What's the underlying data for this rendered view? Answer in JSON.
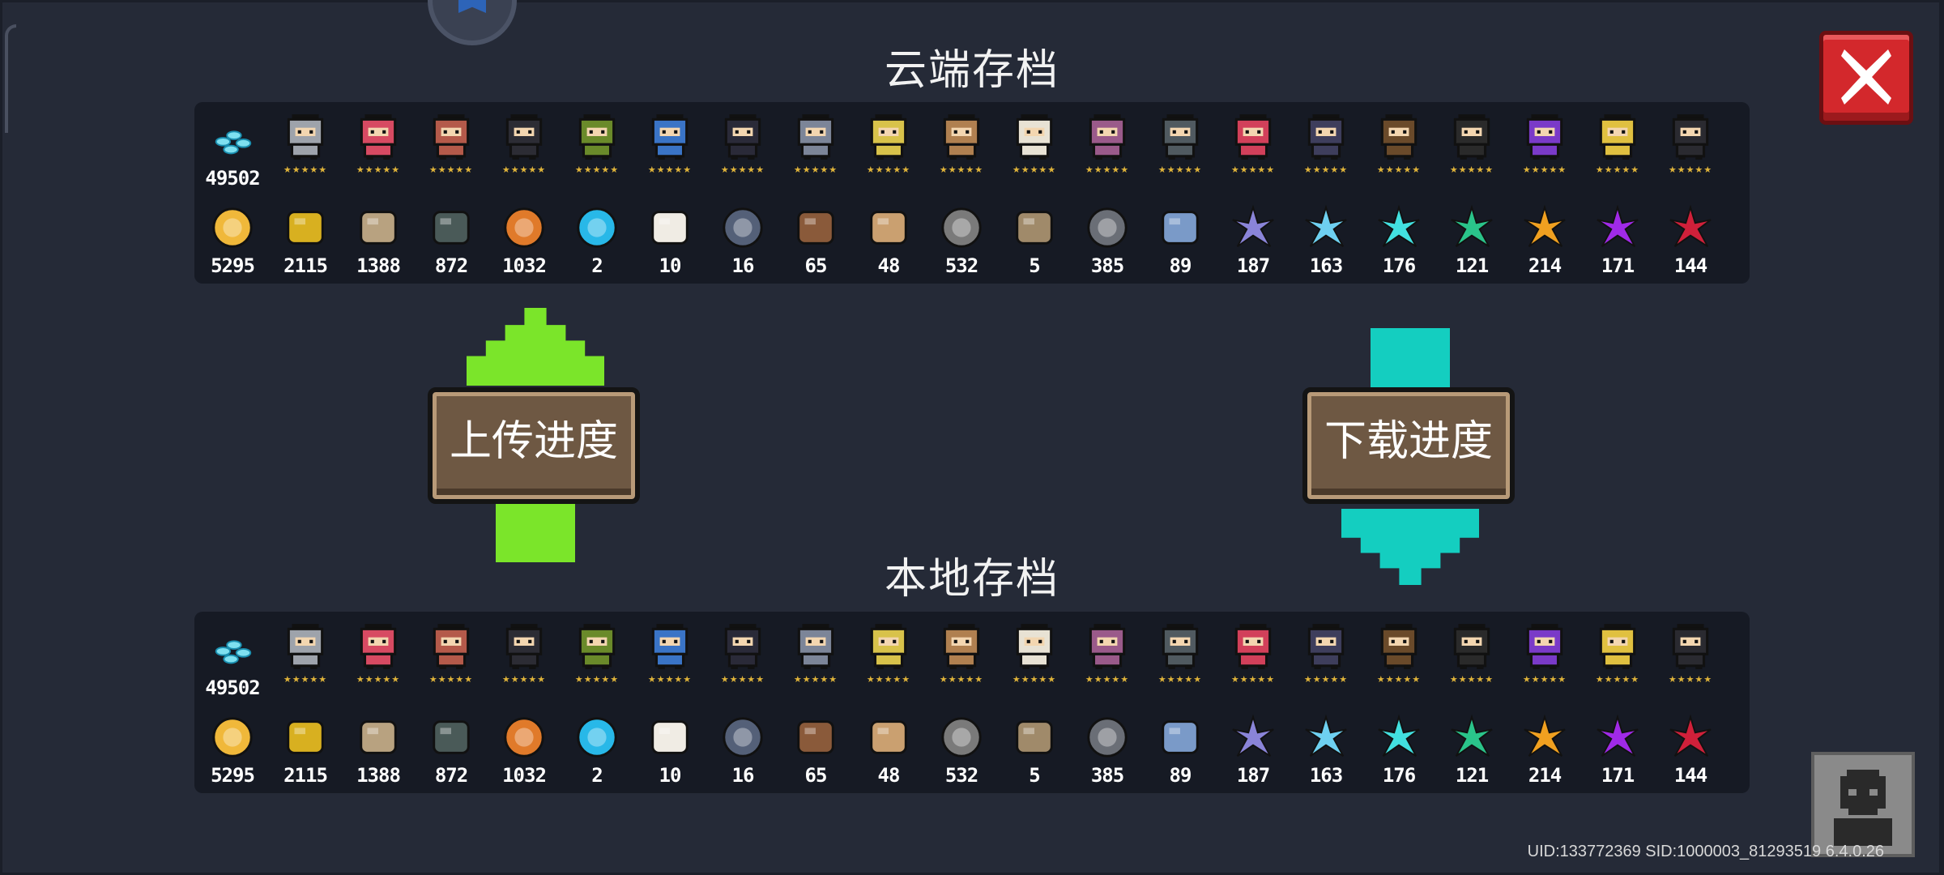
{
  "cloud_title": "云端存档",
  "local_title": "本地存档",
  "upload_label": "上传进度",
  "download_label": "下载进度",
  "uid_line": "UID:133772369 SID:1000003_81293519 6.4.0.26",
  "gems": "49502",
  "heroes": [
    {
      "name": "knight-hero-icon",
      "stars": "★★★★★",
      "color": "#9ea3ab"
    },
    {
      "name": "rogue-hero-icon",
      "stars": "★★★★★",
      "color": "#d74a62"
    },
    {
      "name": "witch-hero-icon",
      "stars": "★★★★★",
      "color": "#b45a4a"
    },
    {
      "name": "assassin-hero-icon",
      "stars": "★★★★★",
      "color": "#2c2c34"
    },
    {
      "name": "engineer-hero-icon",
      "stars": "★★★★★",
      "color": "#6a8a2a"
    },
    {
      "name": "robot-hero-icon",
      "stars": "★★★★★",
      "color": "#3a74c6"
    },
    {
      "name": "vampire-hero-icon",
      "stars": "★★★★★",
      "color": "#2a2a38"
    },
    {
      "name": "paladin-hero-icon",
      "stars": "★★★★★",
      "color": "#7c8598"
    },
    {
      "name": "elf-hero-icon",
      "stars": "★★★★★",
      "color": "#d8c24a"
    },
    {
      "name": "druid-hero-icon",
      "stars": "★★★★★",
      "color": "#b08050"
    },
    {
      "name": "priest-hero-icon",
      "stars": "★★★★★",
      "color": "#e8e2d4"
    },
    {
      "name": "berserker-hero-icon",
      "stars": "★★★★★",
      "color": "#9a5a8a"
    },
    {
      "name": "werewolf-hero-icon",
      "stars": "★★★★★",
      "color": "#505a60"
    },
    {
      "name": "taoist-hero-icon",
      "stars": "★★★★★",
      "color": "#d2405a"
    },
    {
      "name": "demon-hero-icon",
      "stars": "★★★★★",
      "color": "#3e3e5c"
    },
    {
      "name": "officer-hero-icon",
      "stars": "★★★★★",
      "color": "#6a4a2a"
    },
    {
      "name": "swordsman-hero-icon",
      "stars": "★★★★★",
      "color": "#2a2a2a"
    },
    {
      "name": "necromancer-hero-icon",
      "stars": "★★★★★",
      "color": "#7a3ac8"
    },
    {
      "name": "golden-knight-hero-icon",
      "stars": "★★★★★",
      "color": "#e0c040"
    },
    {
      "name": "demon-hunter-hero-icon",
      "stars": "★★★★★",
      "color": "#2a2a30"
    }
  ],
  "materials": [
    {
      "name": "gold-coin-icon",
      "count": "5295",
      "color": "#f0b83a"
    },
    {
      "name": "golden-bug-icon",
      "count": "2115",
      "color": "#d8b020"
    },
    {
      "name": "parchment-icon",
      "count": "1388",
      "color": "#b8a280"
    },
    {
      "name": "battery-icon",
      "count": "872",
      "color": "#4a5a58"
    },
    {
      "name": "copper-ore-icon",
      "count": "1032",
      "color": "#e07a2a"
    },
    {
      "name": "energy-orb-icon",
      "count": "2",
      "color": "#28b8e8"
    },
    {
      "name": "cloth-sack-icon",
      "count": "10",
      "color": "#f0ece4"
    },
    {
      "name": "feather-token-icon",
      "count": "16",
      "color": "#546078"
    },
    {
      "name": "horn-icon",
      "count": "65",
      "color": "#8a5a3a"
    },
    {
      "name": "shell-icon",
      "count": "48",
      "color": "#caa070"
    },
    {
      "name": "gear-icon",
      "count": "532",
      "color": "#7a7a7a"
    },
    {
      "name": "blueprint-scroll-icon",
      "count": "5",
      "color": "#a08a6a"
    },
    {
      "name": "iron-ore-icon",
      "count": "385",
      "color": "#6a6e76"
    },
    {
      "name": "blue-cloth-icon",
      "count": "89",
      "color": "#7a9ac8"
    },
    {
      "name": "purple-crystal-icon",
      "count": "187",
      "color": "#8a84d8"
    },
    {
      "name": "ice-crystal-icon",
      "count": "163",
      "color": "#6ed0f0"
    },
    {
      "name": "cyan-crystal-icon",
      "count": "176",
      "color": "#42e0e0"
    },
    {
      "name": "green-crystal-icon",
      "count": "121",
      "color": "#2ac48a"
    },
    {
      "name": "orange-crystal-icon",
      "count": "214",
      "color": "#f0a020"
    },
    {
      "name": "violet-crystal-icon",
      "count": "171",
      "color": "#a02ae8"
    },
    {
      "name": "red-crystal-icon",
      "count": "144",
      "color": "#d0203a"
    }
  ]
}
